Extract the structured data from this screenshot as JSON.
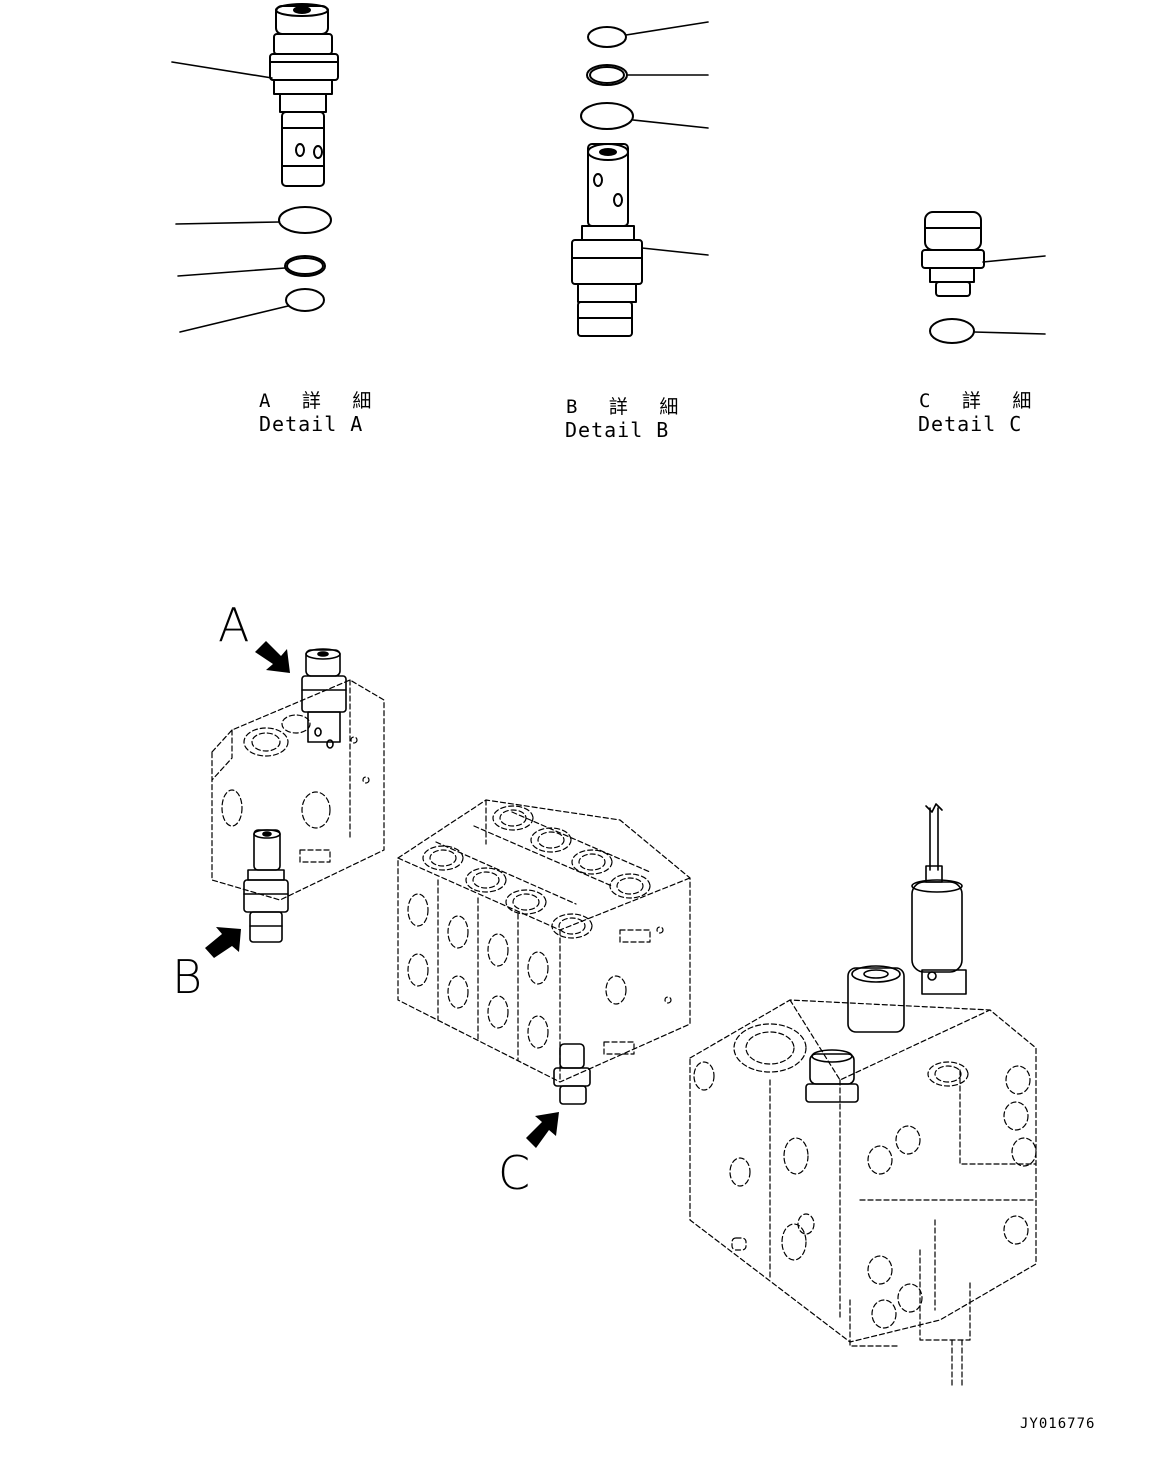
{
  "details": [
    {
      "id": "A",
      "jp": "A 詳 細",
      "en": "Detail A"
    },
    {
      "id": "B",
      "jp": "B 詳 細",
      "en": "Detail B"
    },
    {
      "id": "C",
      "jp": "C 詳 細",
      "en": "Detail C"
    }
  ],
  "pointers": {
    "a": "A",
    "b": "B",
    "c": "C"
  },
  "drawing_code": "JY016776"
}
